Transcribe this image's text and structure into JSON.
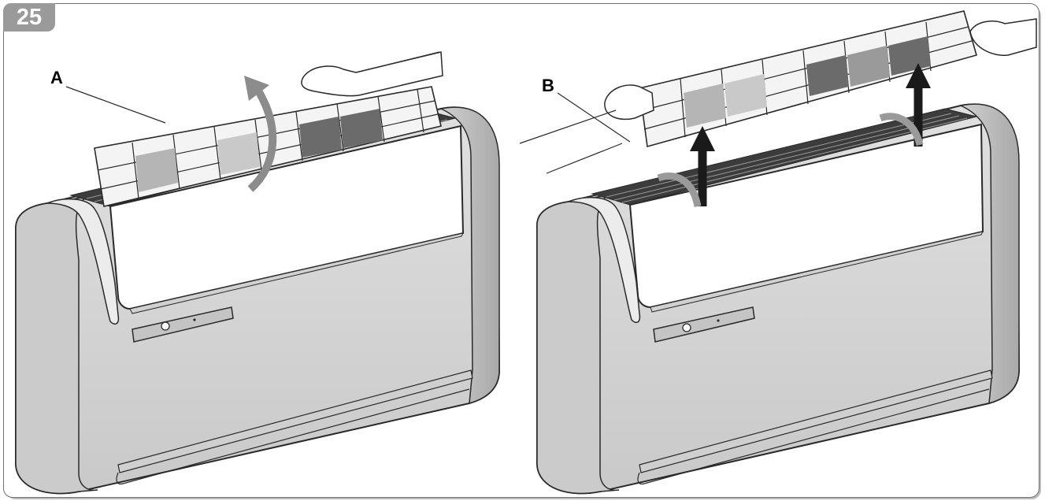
{
  "step_number": "25",
  "callouts": {
    "a": "A",
    "b": "B"
  },
  "colors": {
    "body": "#d6d6d6",
    "body_dark": "#b9b9b9",
    "outline": "#2a2a2a",
    "filter_light": "#e6e6e6",
    "filter_mid": "#b5b5b5",
    "filter_dark": "#6b6b6b",
    "arrow": "#1a1a1a",
    "curved_arrow": "#8c8c8c"
  },
  "icons": [
    "curved-lift-arrow-icon",
    "up-arrow-icon",
    "hand-icon",
    "power-button-icon",
    "indicator-led-icon"
  ]
}
